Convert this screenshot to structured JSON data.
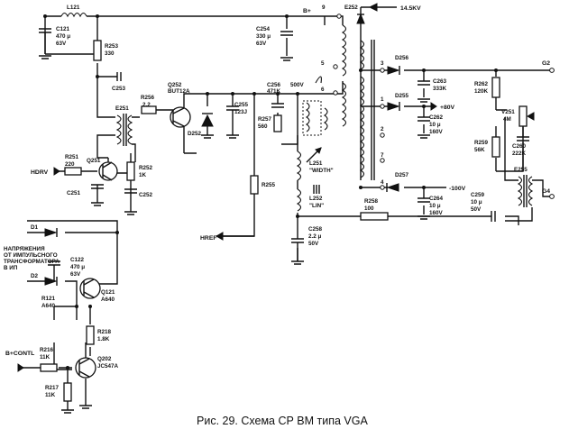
{
  "caption": "Рис. 29. Схема СР ВМ типа VGA",
  "labels": {
    "L121": "L121",
    "C121": "C121",
    "C121v": "470 μ",
    "C121w": "63V",
    "R253": "R253",
    "R253v": "330",
    "C253": "C253",
    "C254": "C254",
    "C254v": "330 μ",
    "C254w": "63V",
    "Bplus": "B+",
    "n9": "9",
    "n5": "5",
    "n6": "6",
    "v500": "500V",
    "E252": "E252",
    "HV": "14.5KV",
    "n3": "3",
    "n1": "1",
    "n2": "2",
    "n7": "7",
    "n4": "4",
    "D256": "D256",
    "D255": "D255",
    "D257": "D257",
    "C263": "C263",
    "C263v": "333K",
    "C262": "C262",
    "C262v": "10 μ",
    "C262w": "160V",
    "C264": "C264",
    "C264v": "10 μ",
    "C264w": "160V",
    "v80": "+80V",
    "vm100": "-100V",
    "R262": "R262",
    "R262v": "120K",
    "V251": "V251",
    "V251v": "4M",
    "R259": "R259",
    "R259v": "56K",
    "C260": "C260",
    "C260v": "222K",
    "G2": "G2",
    "G4": "G4",
    "E255": "E255",
    "R256": "R256",
    "R256v": "2.2",
    "Q252": "Q252",
    "Q252v": "BUT12A",
    "D252": "D252",
    "C255": "C255",
    "C255v": "123J",
    "C256": "C256",
    "C256v": "471K",
    "R257": "R257",
    "R257v": "560",
    "E251": "E251",
    "R251": "R251",
    "R251v": "220",
    "Q251": "Q251",
    "HDRV": "HDRV",
    "R252": "R252",
    "R252v": "1K",
    "C251": "C251",
    "C252": "C252",
    "R255": "R255",
    "L251": "L251",
    "L251v": "\"WIDTH\"",
    "L252": "L252",
    "L252v": "\"LIN\"",
    "R258": "R258",
    "R258v": "100",
    "C259": "C259",
    "C259v": "10 μ",
    "C259w": "50V",
    "C258": "C258",
    "C258v": "2.2 μ",
    "C258w": "50V",
    "HREF": "HREF",
    "D1": "D1",
    "D2": "D2",
    "note1": "НАПРЯЖЕНИЯ",
    "note2": "ОТ ИМПУЛЬСНОГО",
    "note3": "ТРАНСФОРМАТОРА",
    "note4": "В ИП",
    "C122": "C122",
    "C122v": "470 μ",
    "C122w": "63V",
    "R121": "R121",
    "R121v": "A640",
    "Q121": "Q121",
    "Q121v": "A640",
    "R218": "R218",
    "R218v": "1.8K",
    "BCONTL": "B+CONTL",
    "R216": "R216",
    "R216v": "11K",
    "Q202": "Q202",
    "Q202v": "JC547A",
    "R217": "R217",
    "R217v": "11K"
  }
}
